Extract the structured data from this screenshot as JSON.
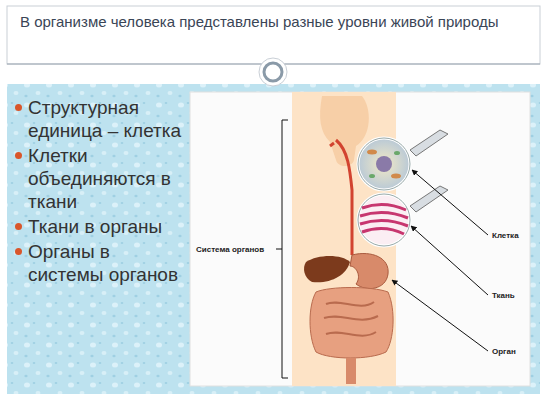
{
  "diagram": {
    "title": "В организме человека представлены разные уровни живой природы",
    "labels": [
      "Структурная единица – клетка",
      "Клетки объединяются в ткани",
      "Ткани в органы",
      "Органы в системы органов",
      "Клетка",
      "Ткань",
      "Орган",
      "Система органов"
    ]
  }
}
